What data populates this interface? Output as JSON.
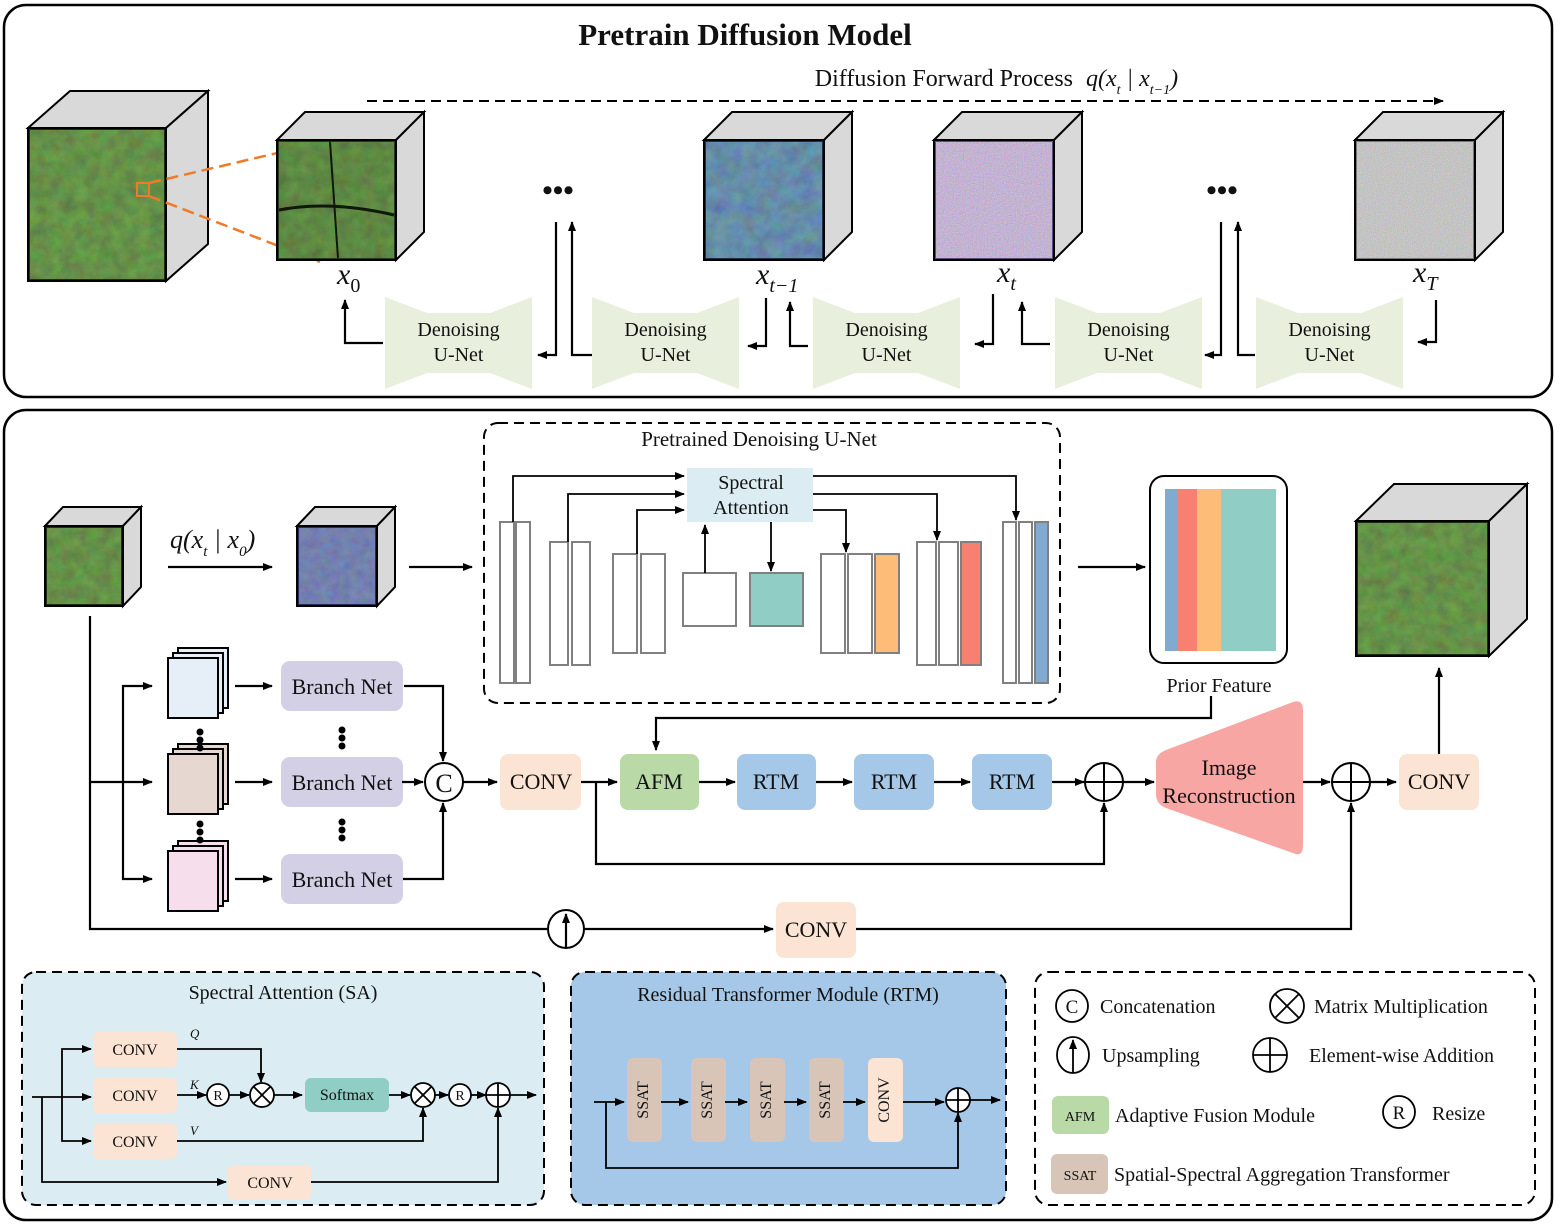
{
  "top_panel": {
    "title": "Pretrain Diffusion Model",
    "forward_process_label": "Diffusion Forward Process",
    "forward_formula": "q(x_t | x_{t-1})",
    "states": [
      {
        "symbol": "x",
        "sub": "0"
      },
      {
        "symbol": "x",
        "sub": "t−1"
      },
      {
        "symbol": "x",
        "sub": "t"
      },
      {
        "symbol": "x",
        "sub": "T"
      }
    ],
    "ellipsis": "•••",
    "denoising_unets": [
      {
        "line1": "Denoising",
        "line2": "U-Net"
      },
      {
        "line1": "Denoising",
        "line2": "U-Net"
      },
      {
        "line1": "Denoising",
        "line2": "U-Net"
      },
      {
        "line1": "Denoising",
        "line2": "U-Net"
      },
      {
        "line1": "Denoising",
        "line2": "U-Net"
      }
    ]
  },
  "bottom_panel": {
    "noise_formula": "q(x_t | x_0)",
    "pretrained_unet": {
      "title": "Pretrained Denoising U-Net",
      "spectral_attention_line1": "Spectral",
      "spectral_attention_line2": "Attention"
    },
    "prior_feature_label": "Prior Feature",
    "branch_nets": [
      "Branch Net",
      "Branch Net",
      "Branch Net"
    ],
    "concat_symbol": "C",
    "conv_label": "CONV",
    "afm_label": "AFM",
    "rtm_labels": [
      "RTM",
      "RTM",
      "RTM"
    ],
    "image_reconstruction_line1": "Image",
    "image_reconstruction_line2": "Reconstruction",
    "output_conv_label": "CONV",
    "skip_conv_label": "CONV"
  },
  "spectral_attention_panel": {
    "title": "Spectral Attention (SA)",
    "conv_labels": [
      "CONV",
      "CONV",
      "CONV",
      "CONV"
    ],
    "qkv": [
      "Q",
      "K",
      "V"
    ],
    "softmax_label": "Softmax",
    "resize_symbol": "R"
  },
  "rtm_panel": {
    "title": "Residual Transformer Module (RTM)",
    "blocks": [
      "SSAT",
      "SSAT",
      "SSAT",
      "SSAT",
      "CONV"
    ]
  },
  "legend": {
    "items": [
      {
        "symbol": "C",
        "label": "Concatenation"
      },
      {
        "symbol": "matrix-mult",
        "label": "Matrix Multiplication"
      },
      {
        "symbol": "upsample",
        "label": "Upsampling"
      },
      {
        "symbol": "add",
        "label": "Element-wise Addition"
      },
      {
        "symbol": "AFM",
        "label": "Adaptive Fusion Module"
      },
      {
        "symbol": "R",
        "label": "Resize"
      },
      {
        "symbol": "SSAT",
        "label": "Spatial-Spectral Aggregation Transformer"
      }
    ]
  },
  "colors": {
    "unet_green": "#e8efdd",
    "conv_peach": "#fbe4d3",
    "afm_green": "#b9d9a6",
    "rtm_blue": "#a6c8e8",
    "branch_purple": "#d3d0e6",
    "recon_pink": "#f8a6a4",
    "softmax_teal": "#8fcdc5",
    "ssat_brown": "#d8c5b8",
    "sa_bg": "#dbedf3",
    "rtm_bg": "#a6c8e8",
    "prior_blue": "#80aacf",
    "prior_red": "#f88070",
    "prior_orange": "#fdbc78",
    "prior_teal": "#8fcdc5",
    "orange_zoom": "#f07a28"
  }
}
